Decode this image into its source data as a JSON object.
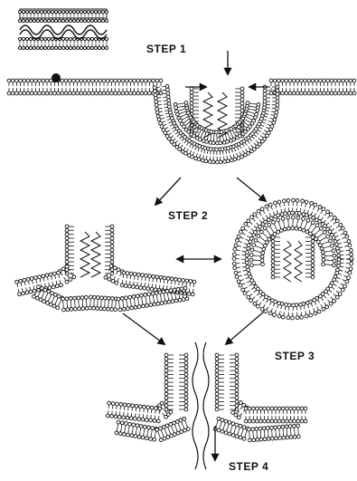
{
  "labels": {
    "step1": "STEP 1",
    "step2": "STEP 2",
    "step3": "STEP 3",
    "step4": "STEP 4"
  },
  "colors": {
    "ink": "#111111",
    "background": "#ffffff"
  }
}
